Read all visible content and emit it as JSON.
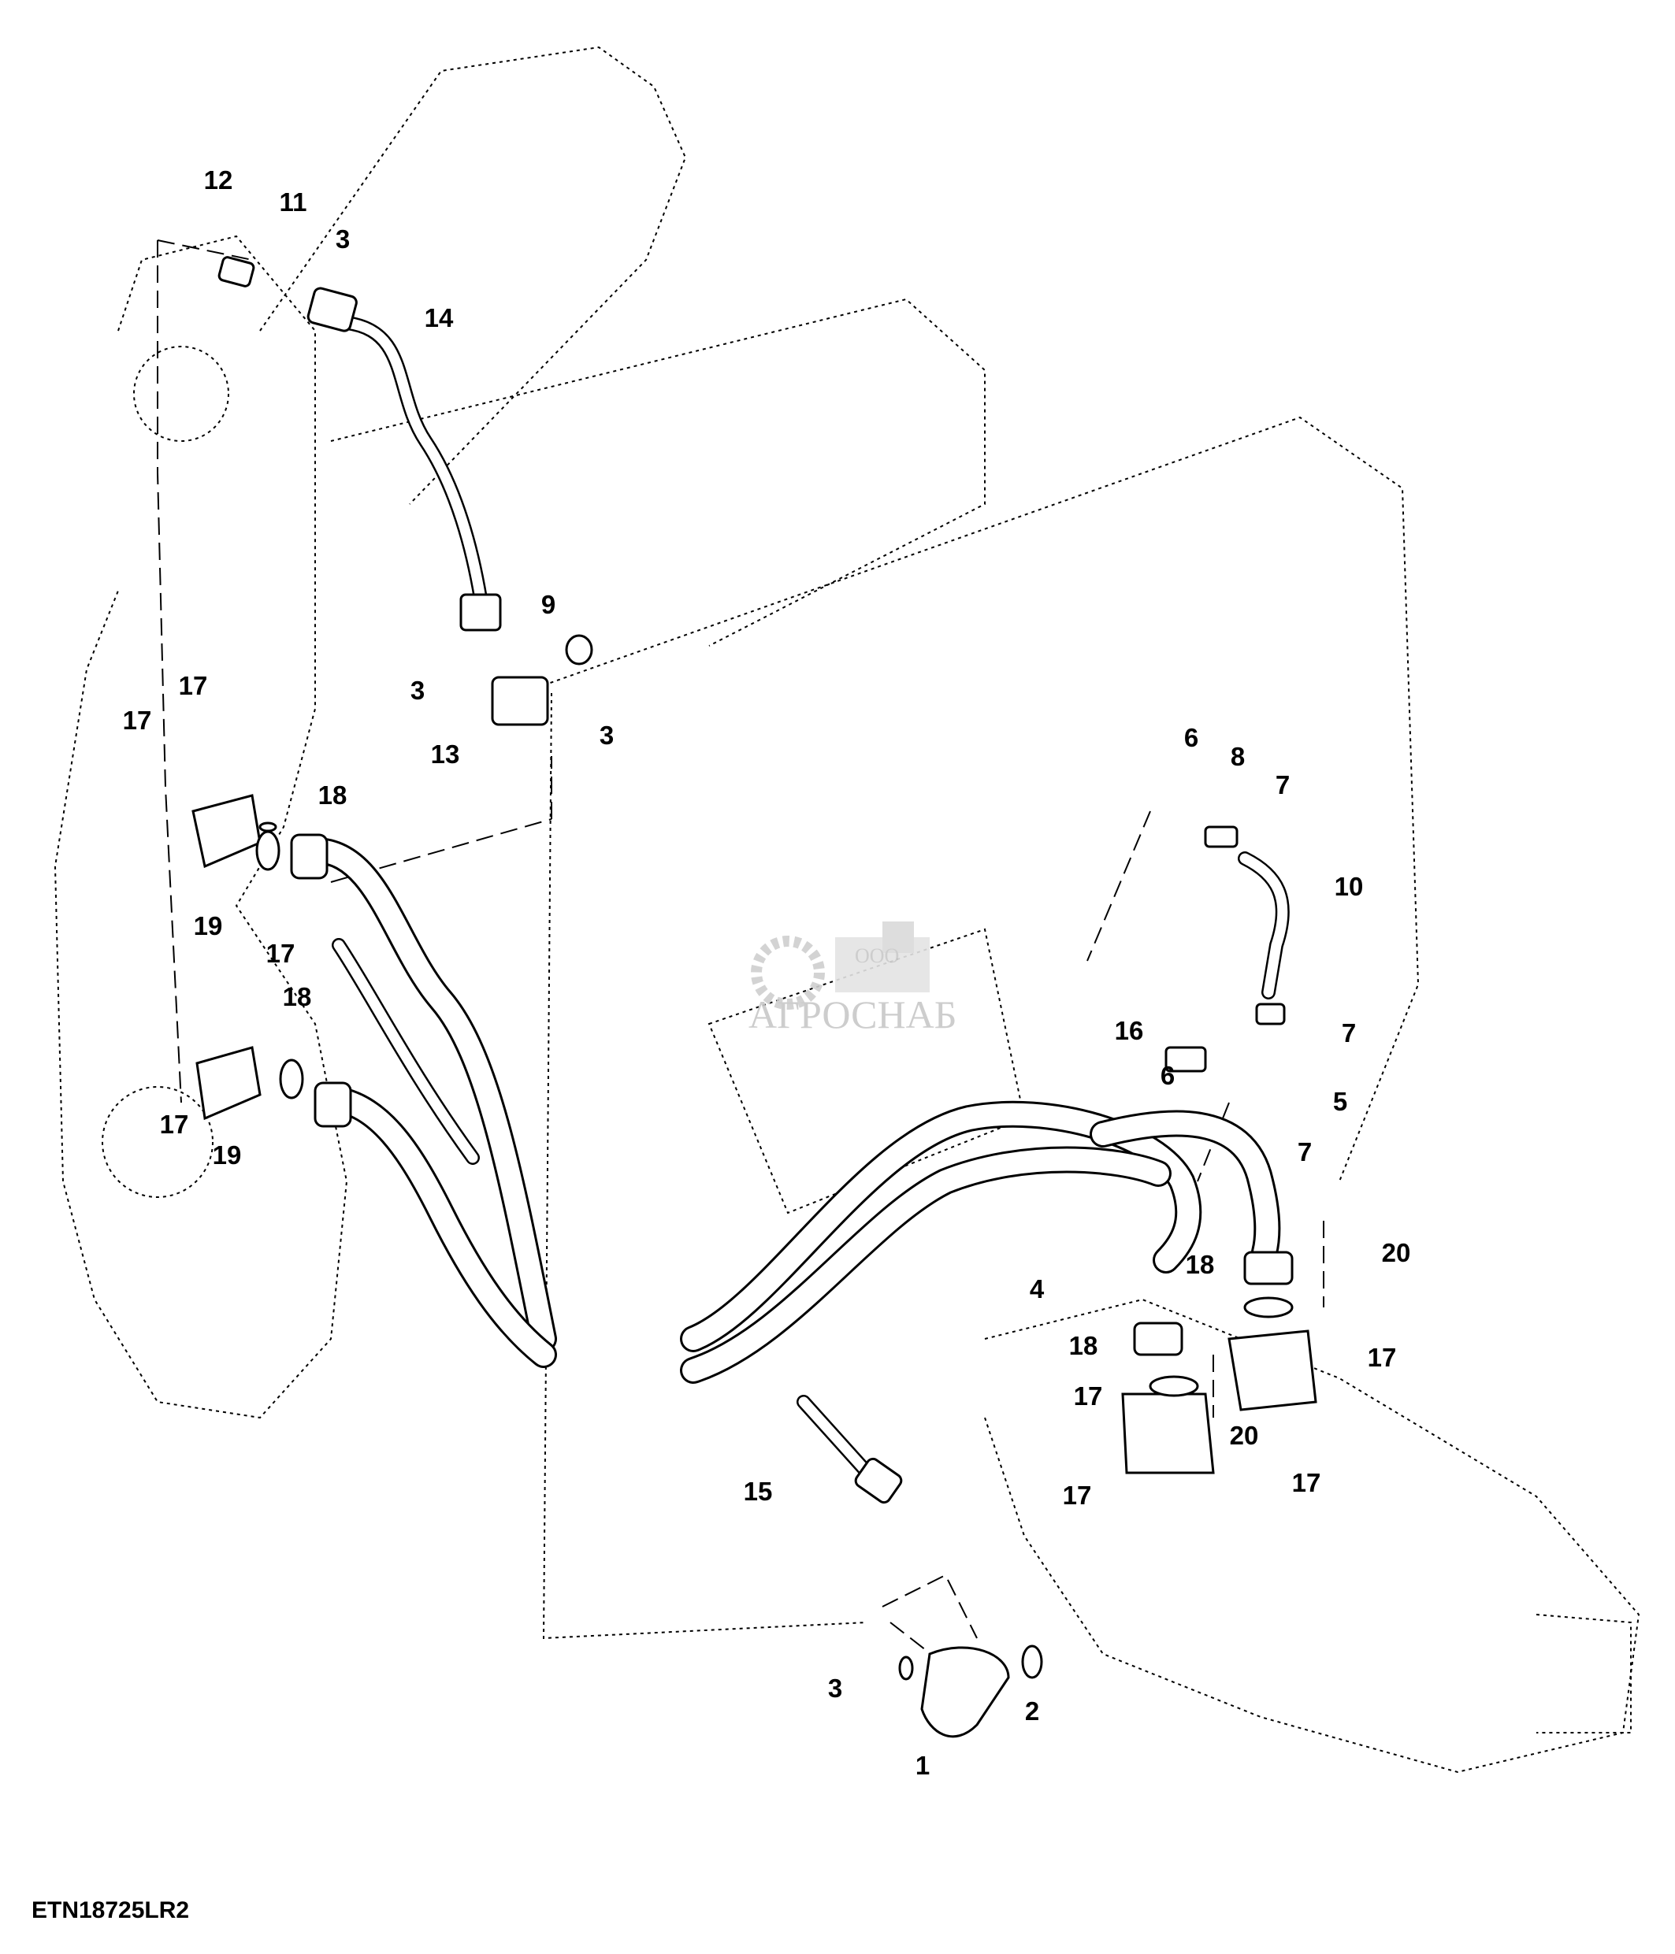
{
  "figure_id": "ETN18725LR2",
  "watermark": {
    "small": "ООО",
    "large": "АГРОСНАБ"
  },
  "callouts": [
    "12",
    "11",
    "3",
    "14",
    "9",
    "3",
    "13",
    "3",
    "17",
    "17",
    "18",
    "19",
    "17",
    "18",
    "17",
    "19",
    "6",
    "8",
    "7",
    "10",
    "7",
    "16",
    "6",
    "5",
    "7",
    "20",
    "18",
    "4",
    "18",
    "17",
    "17",
    "20",
    "17",
    "17",
    "15",
    "3",
    "2",
    "1"
  ]
}
